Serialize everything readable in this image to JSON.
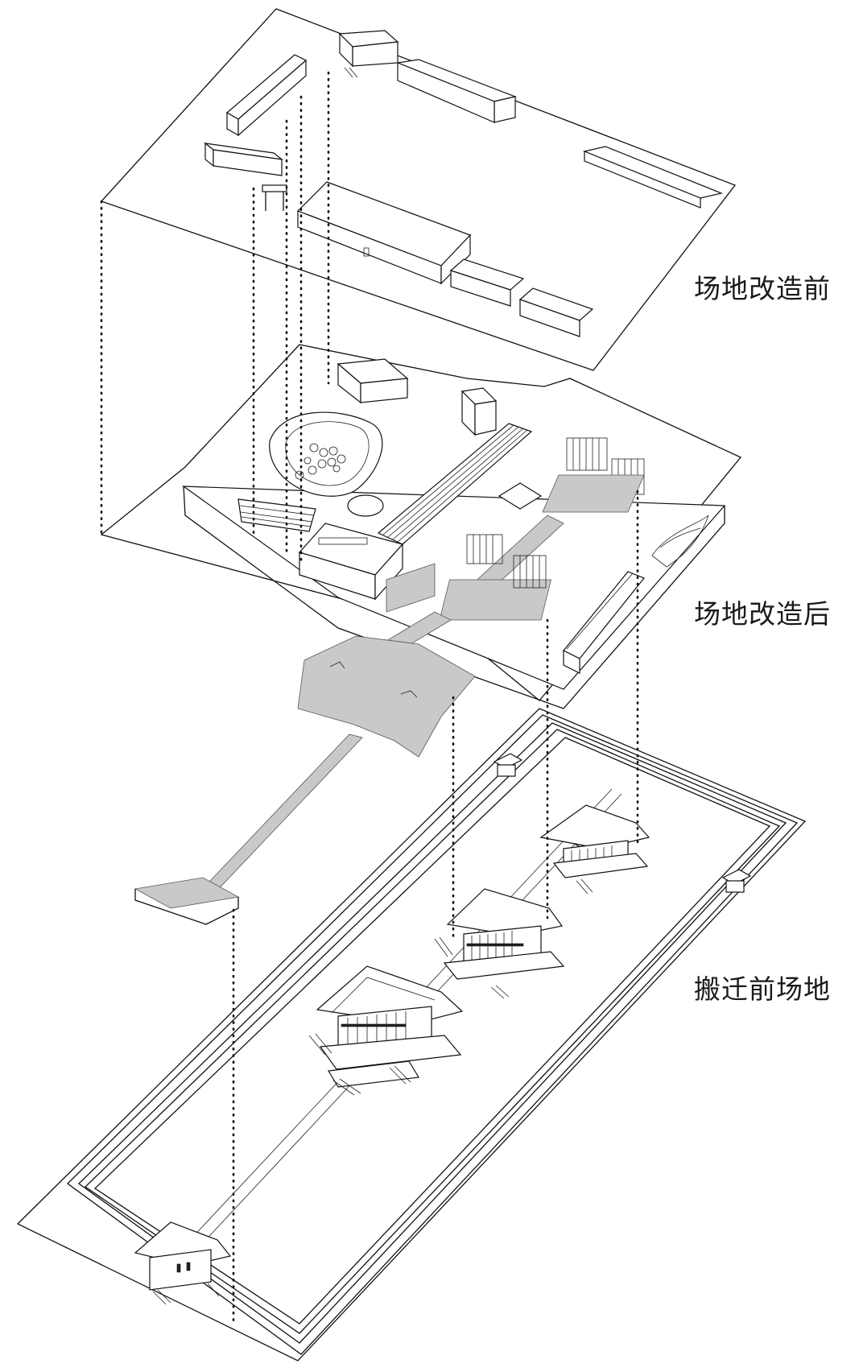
{
  "labels": {
    "before_renovation": "场地改造前",
    "after_renovation": "场地改造后",
    "site_before_relocation": "搬迁前场地"
  },
  "colors": {
    "line": "#111111",
    "paving_fill": "#c9c9c9",
    "background": "#ffffff"
  }
}
